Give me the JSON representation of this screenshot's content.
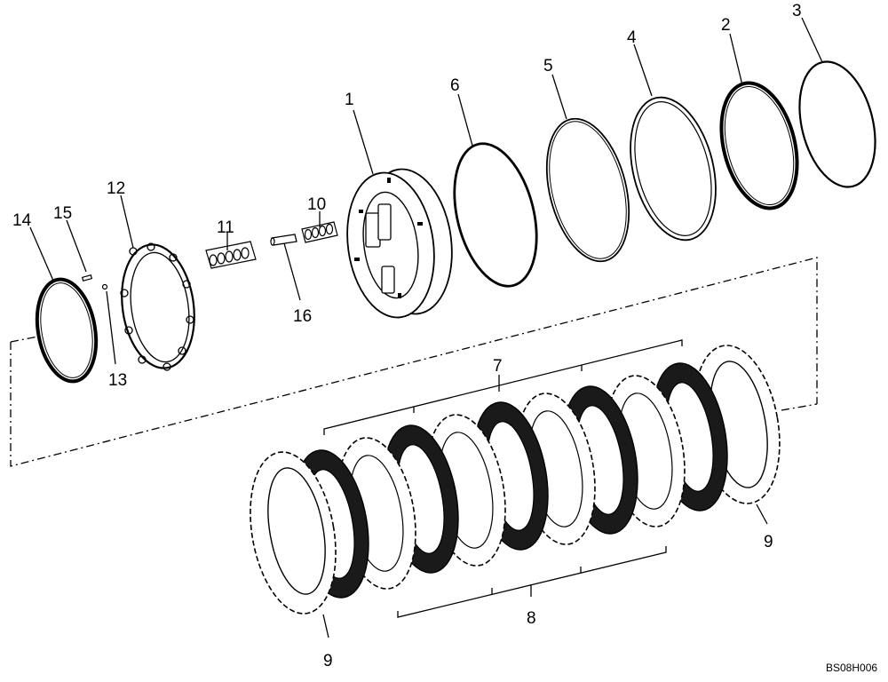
{
  "diagram": {
    "drawing_code": "BS08H006",
    "callouts": [
      {
        "id": "c1",
        "text": "1"
      },
      {
        "id": "c2",
        "text": "2"
      },
      {
        "id": "c3",
        "text": "3"
      },
      {
        "id": "c4",
        "text": "4"
      },
      {
        "id": "c5",
        "text": "5"
      },
      {
        "id": "c6",
        "text": "6"
      },
      {
        "id": "c7",
        "text": "7"
      },
      {
        "id": "c8",
        "text": "8"
      },
      {
        "id": "c9a",
        "text": "9"
      },
      {
        "id": "c9b",
        "text": "9"
      },
      {
        "id": "c10",
        "text": "10"
      },
      {
        "id": "c11",
        "text": "11"
      },
      {
        "id": "c12",
        "text": "12"
      },
      {
        "id": "c13",
        "text": "13"
      },
      {
        "id": "c14",
        "text": "14"
      },
      {
        "id": "c15",
        "text": "15"
      },
      {
        "id": "c16",
        "text": "16"
      }
    ]
  },
  "colors": {
    "line": "#000000",
    "friction_fill": "#1a1a1a",
    "background": "#ffffff"
  }
}
